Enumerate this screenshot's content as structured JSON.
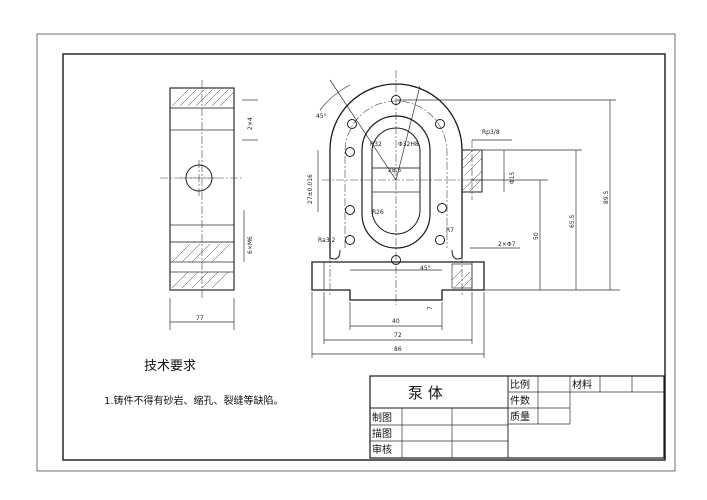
{
  "dimensions": {
    "front_width": "77",
    "top_slot": "2×4",
    "bottom_thread": "6×M6",
    "angle_45": "45°",
    "r_outer": "R32",
    "r_inner": "R26",
    "bore": "Φ32H8",
    "center_dist": "27±0.016",
    "mid_width": "28.5",
    "ra_note": "Ra3.2",
    "rp": "Rp3/8",
    "port_dia": "Φ15",
    "radius_small": "R7",
    "hole_note": "2×Φ7",
    "base_40": "40",
    "base_72": "72",
    "base_86": "86",
    "height_50": "50",
    "height_655": "65.5",
    "height_895": "89.5",
    "base_7": "7"
  },
  "notes": {
    "heading": "技术要求",
    "item1": "1.铸件不得有砂岩、缩孔、裂缝等缺陷。"
  },
  "title_block": {
    "part_name": "泵   体",
    "scale": "比例",
    "material": "材料",
    "quantity": "件数",
    "drawn_by": "制图",
    "traced_by": "描图",
    "checked_by": "审核",
    "mass": "质量"
  }
}
